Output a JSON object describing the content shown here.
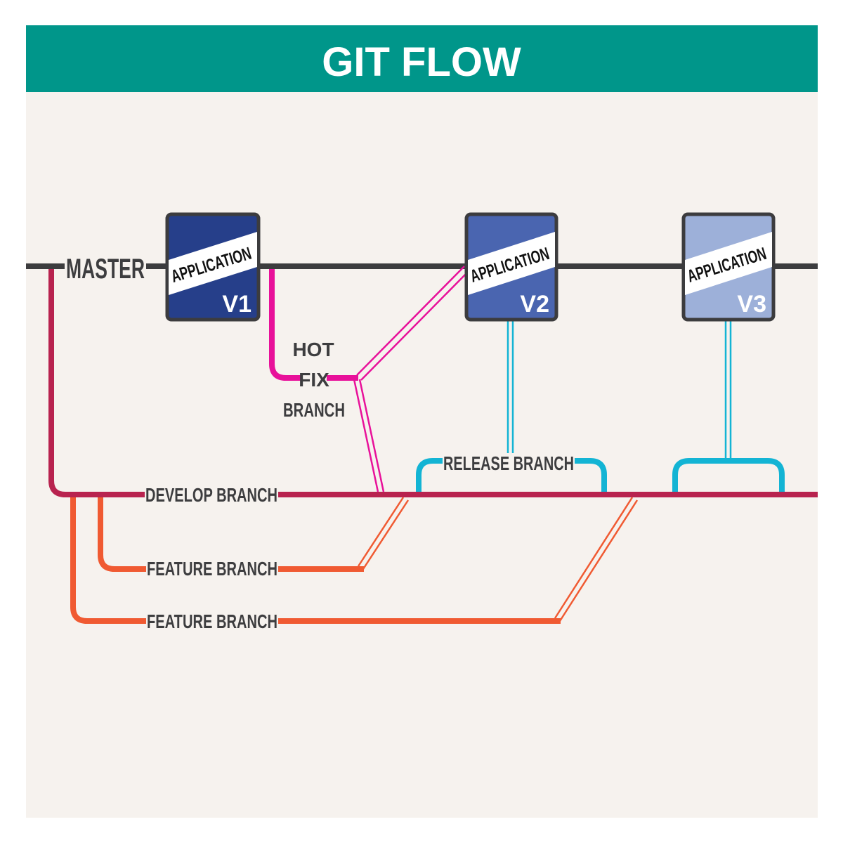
{
  "title": "GIT FLOW",
  "colors": {
    "header": "#00968a",
    "background": "#f6f2ee",
    "master_line": "#3c3c3e",
    "develop_line": "#b8234f",
    "hotfix_line": "#e8119a",
    "release_line": "#13b4d4",
    "feature_line": "#f05a32",
    "v1_box": "#263f8a",
    "v2_box": "#4a65b0",
    "v3_box": "#9db0d9"
  },
  "branches": {
    "master": "MASTER",
    "hotfix": [
      "HOT",
      "FIX",
      "BRANCH"
    ],
    "release": "RELEASE BRANCH",
    "develop": "DEVELOP BRANCH",
    "feature_1": "FEATURE BRANCH",
    "feature_2": "FEATURE BRANCH"
  },
  "versions": [
    {
      "label": "APPLICATION",
      "version": "V1"
    },
    {
      "label": "APPLICATION",
      "version": "V2"
    },
    {
      "label": "APPLICATION",
      "version": "V3"
    }
  ]
}
